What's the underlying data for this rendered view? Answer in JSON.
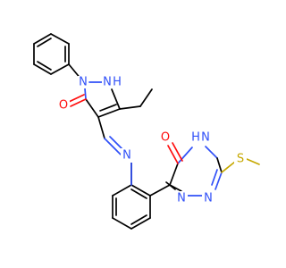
{
  "molecule": {
    "colors": {
      "carbon": "#000000",
      "nitrogen": "#3050f8",
      "oxygen": "#ff0d0d",
      "sulfur": "#c6a800"
    },
    "atom_labels": {
      "n1_pyrazole": "N",
      "nh_pyrazole": "H",
      "nh_pyrazole_n": "N",
      "o_pyrazolone": "O",
      "n_imine": "N",
      "o_triazinone": "O",
      "nh_triazine_h": "H",
      "nh_triazine_n": "N",
      "n_triazine_a": "N",
      "n_triazine_b": "N",
      "s_thioether": "S"
    }
  }
}
